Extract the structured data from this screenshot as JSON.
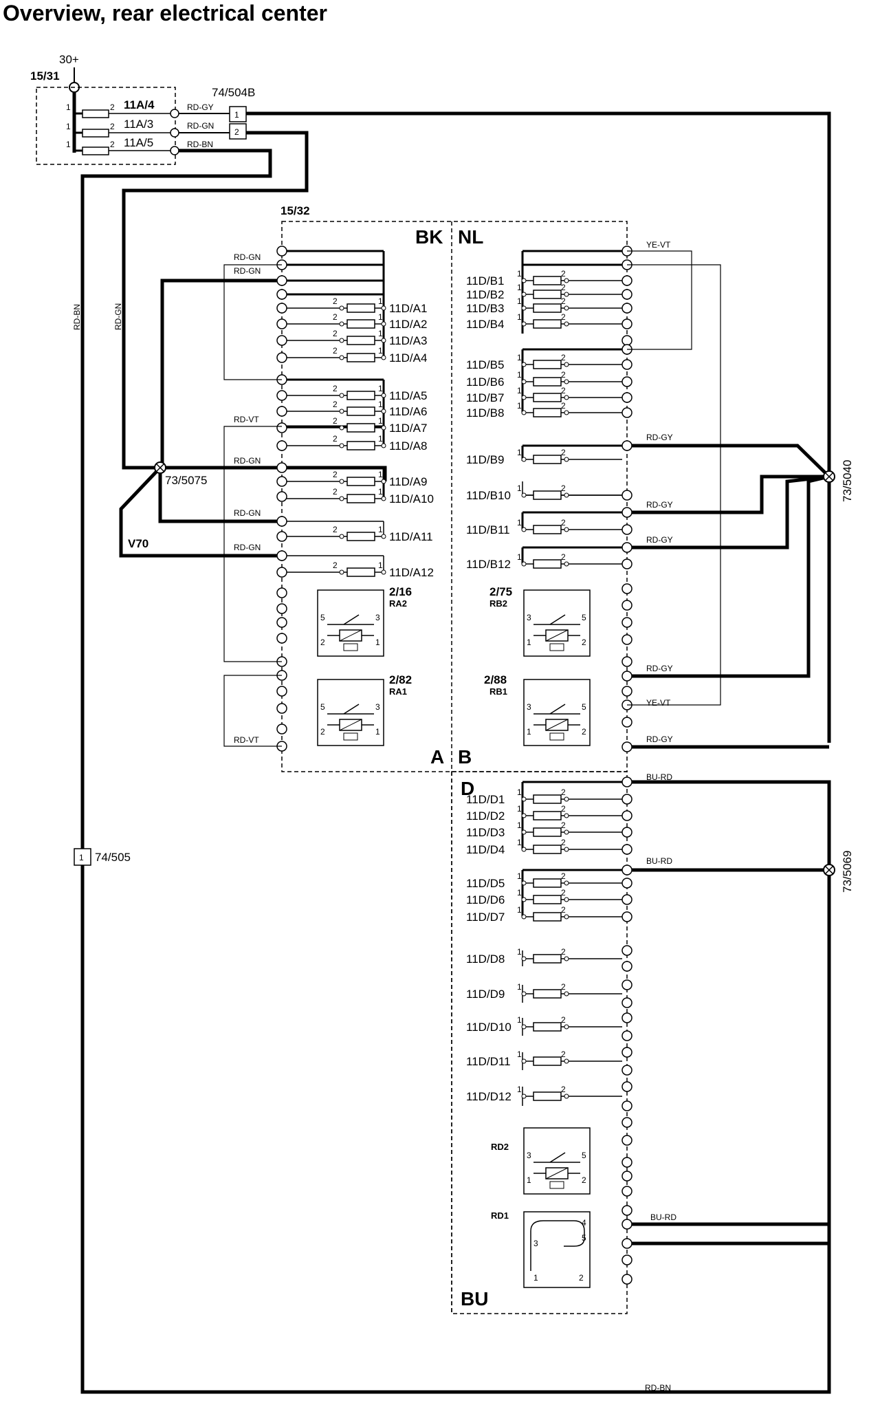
{
  "title": "Overview, rear electrical center",
  "supply": {
    "terminal": "30+",
    "box": "15/31",
    "fuses": [
      "11A/4",
      "11A/3",
      "11A/5"
    ],
    "connector_top": "74/504B",
    "connector_top_pins": [
      "1",
      "2"
    ],
    "connector_bottom": "74/505",
    "connector_bottom_pin": "1"
  },
  "box_main": "15/32",
  "panels": {
    "left_top": "BK",
    "right_top": "NL",
    "left_bottom": "A",
    "right_bottom": "B",
    "d_top": "D",
    "d_bottom": "BU"
  },
  "fuses_a": [
    "11D/A1",
    "11D/A2",
    "11D/A3",
    "11D/A4",
    "11D/A5",
    "11D/A6",
    "11D/A7",
    "11D/A8",
    "11D/A9",
    "11D/A10",
    "11D/A11",
    "11D/A12"
  ],
  "fuses_b": [
    "11D/B1",
    "11D/B2",
    "11D/B3",
    "11D/B4",
    "11D/B5",
    "11D/B6",
    "11D/B7",
    "11D/B8",
    "11D/B9",
    "11D/B10",
    "11D/B11",
    "11D/B12"
  ],
  "fuses_d": [
    "11D/D1",
    "11D/D2",
    "11D/D3",
    "11D/D4",
    "11D/D5",
    "11D/D6",
    "11D/D7",
    "11D/D8",
    "11D/D9",
    "11D/D10",
    "11D/D11",
    "11D/D12"
  ],
  "relays": {
    "ra2_num": "2/16",
    "ra2": "RA2",
    "ra1_num": "2/82",
    "ra1": "RA1",
    "rb2_num": "2/75",
    "rb2": "RB2",
    "rb1_num": "2/88",
    "rb1": "RB1",
    "rd2": "RD2",
    "rd1": "RD1"
  },
  "splices": {
    "left": "73/5075",
    "right": "73/5040",
    "right_lower": "73/5069"
  },
  "variant": "V70",
  "wires": {
    "rd_gy": "RD-GY",
    "rd_gn": "RD-GN",
    "rd_bn": "RD-BN",
    "rd_vt": "RD-VT",
    "ye_vt": "YE-VT",
    "bu_rd": "BU-RD"
  },
  "pins": {
    "p1": "1",
    "p2": "2",
    "p3": "3",
    "p4": "4",
    "p5": "5"
  }
}
